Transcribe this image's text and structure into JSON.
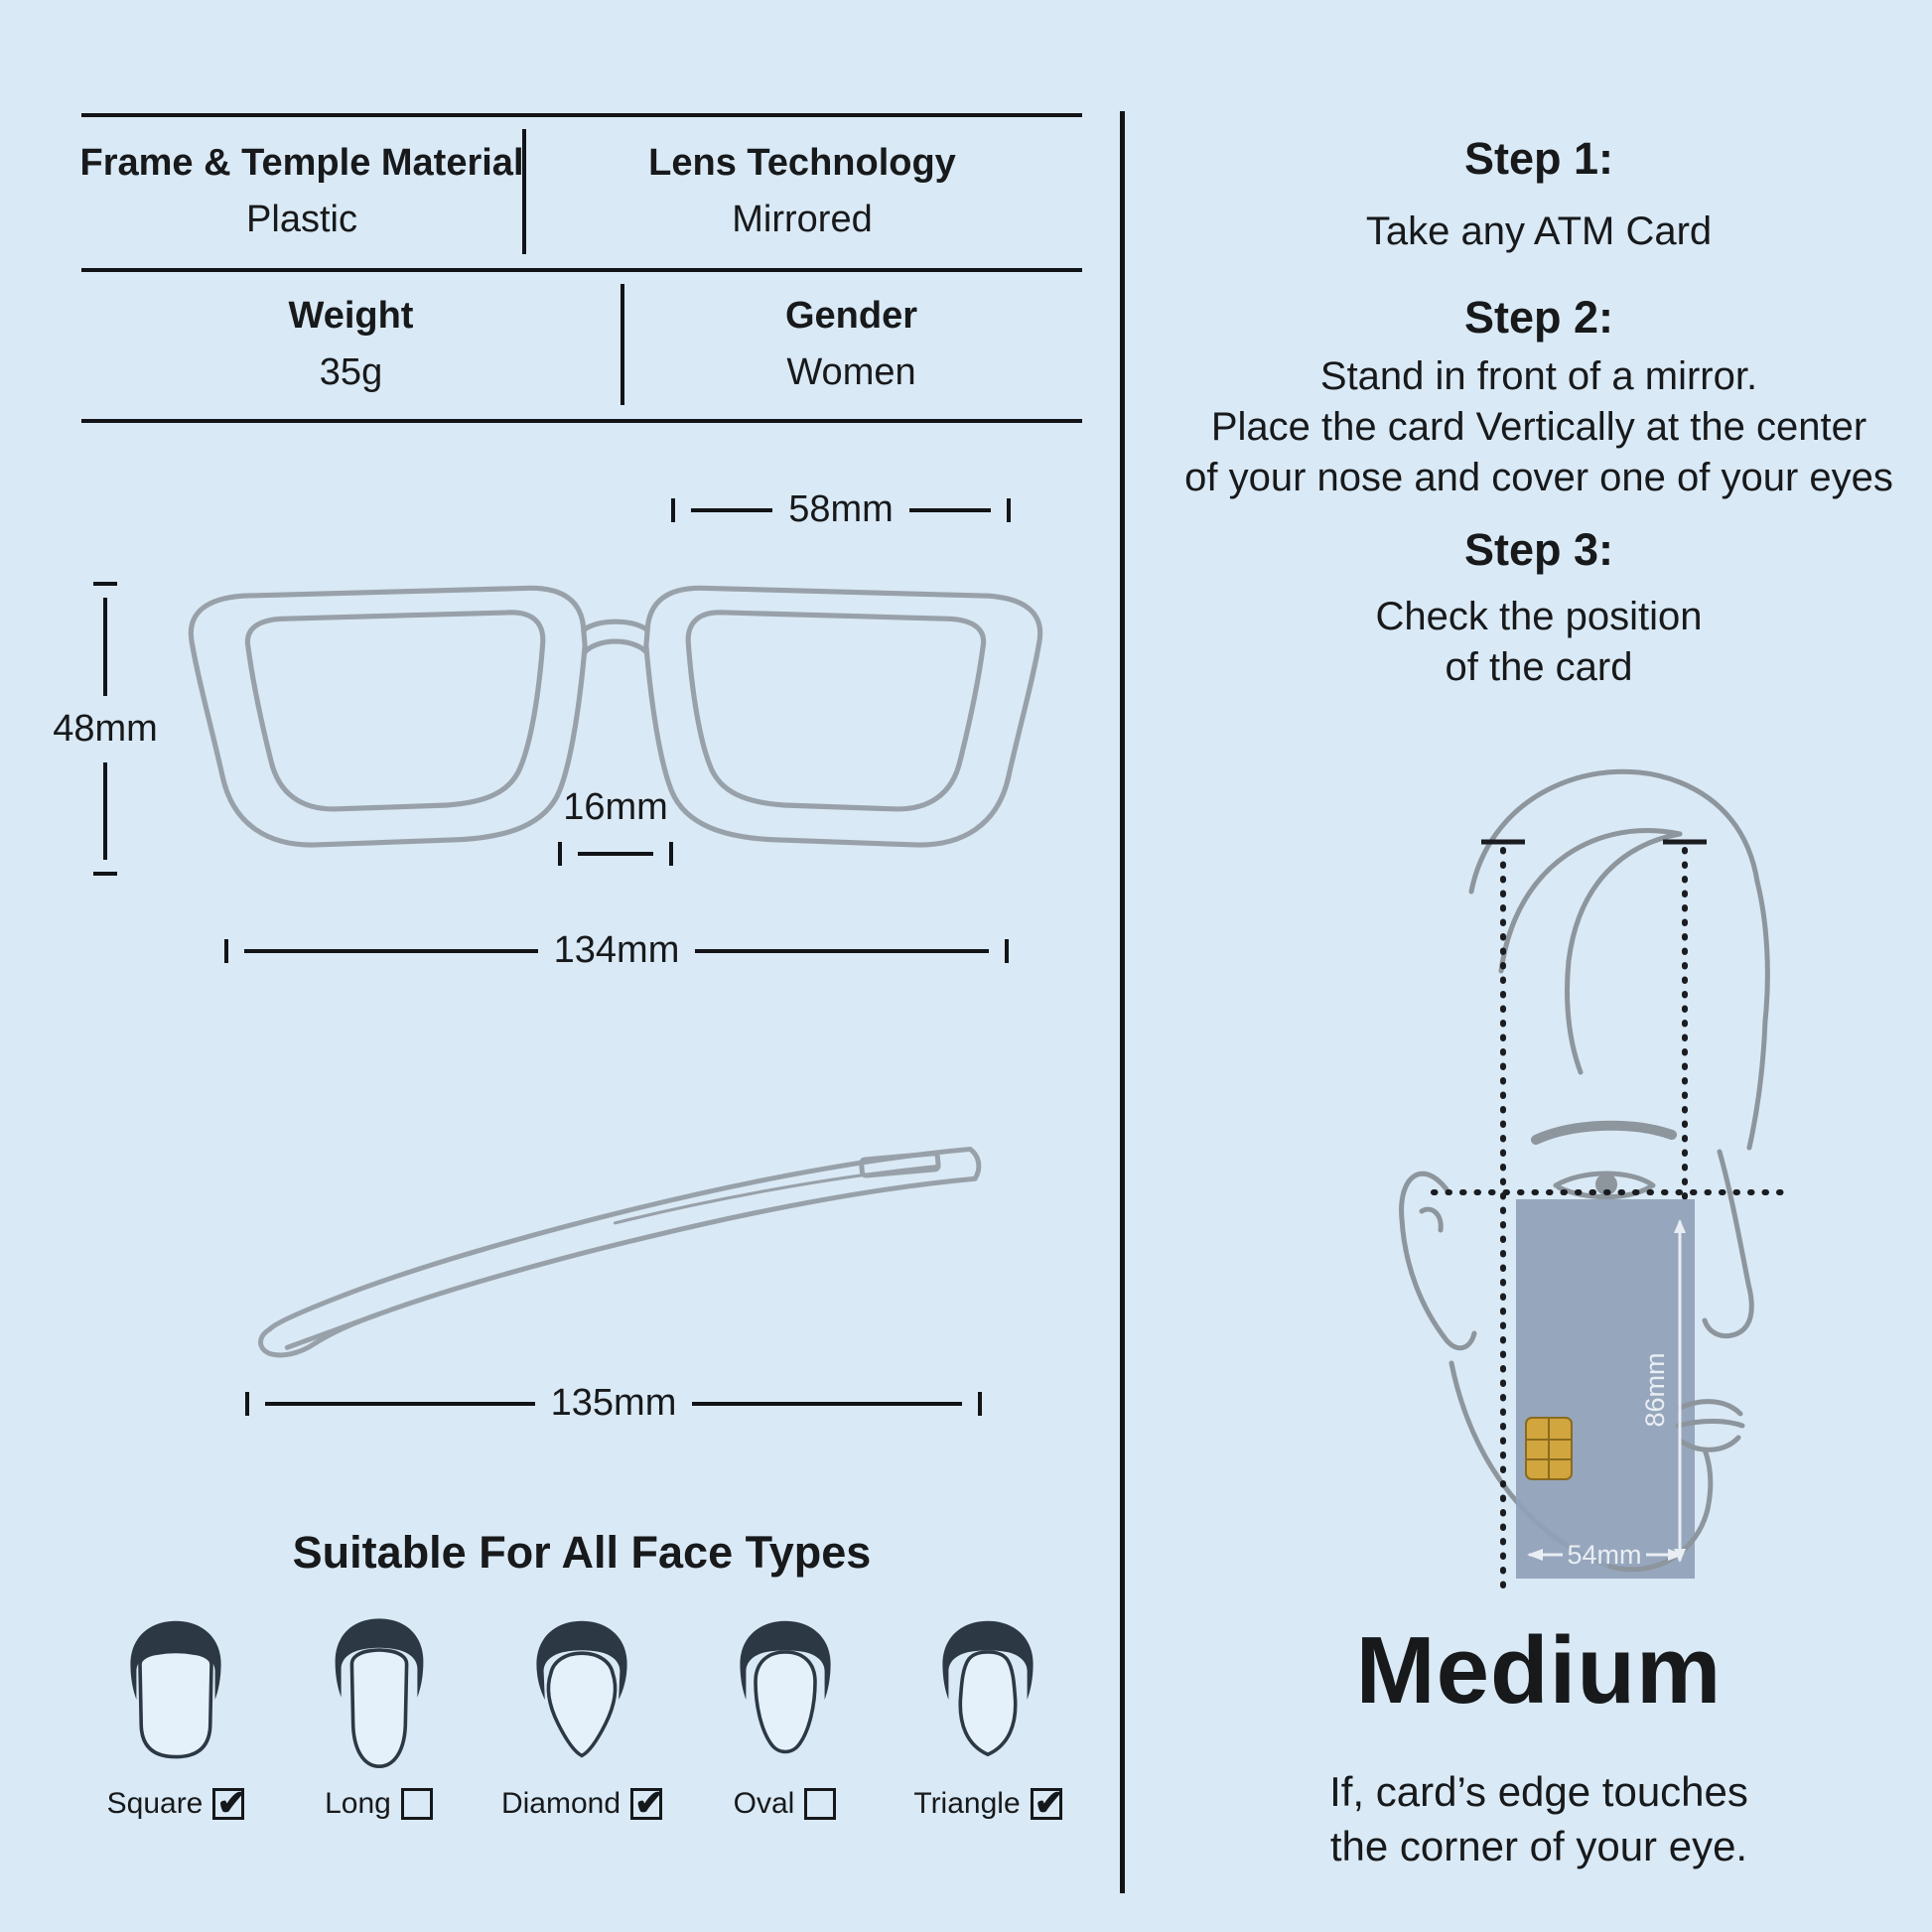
{
  "colors": {
    "background": "#d9e9f5",
    "text": "#17191b",
    "rule_line": "#121417",
    "sketch_gray": "#8d959d",
    "card_fill": "#90a0b8",
    "chip_gold": "#d2a63e",
    "hair_dark": "#2c3944"
  },
  "spec_table": {
    "cells": [
      {
        "label": "Frame & Temple Material",
        "value": "Plastic"
      },
      {
        "label": "Lens Technology",
        "value": "Mirrored"
      },
      {
        "label": "Weight",
        "value": "35g"
      },
      {
        "label": "Gender",
        "value": "Women"
      }
    ]
  },
  "dimensions": {
    "lens_width": "58mm",
    "lens_height": "48mm",
    "bridge_width": "16mm",
    "frame_width": "134mm",
    "temple_length": "135mm"
  },
  "face_types": {
    "title": "Suitable For All Face Types",
    "items": [
      {
        "label": "Square",
        "check_glyph": "✔"
      },
      {
        "label": "Long",
        "check_glyph": ""
      },
      {
        "label": "Diamond",
        "check_glyph": "✔"
      },
      {
        "label": "Oval",
        "check_glyph": ""
      },
      {
        "label": "Triangle",
        "check_glyph": "✔"
      }
    ]
  },
  "steps": [
    {
      "title": "Step 1:",
      "text": "Take any ATM Card"
    },
    {
      "title": "Step 2:",
      "text": "Stand in front of a mirror.\nPlace the card Vertically at the center\nof your nose and cover one of your eyes"
    },
    {
      "title": "Step 3:",
      "text": "Check the position\nof the card"
    }
  ],
  "card_measure": {
    "height": "86mm",
    "width": "54mm"
  },
  "result": {
    "size": "Medium",
    "note": "If, card’s edge touches\nthe corner of your eye."
  }
}
